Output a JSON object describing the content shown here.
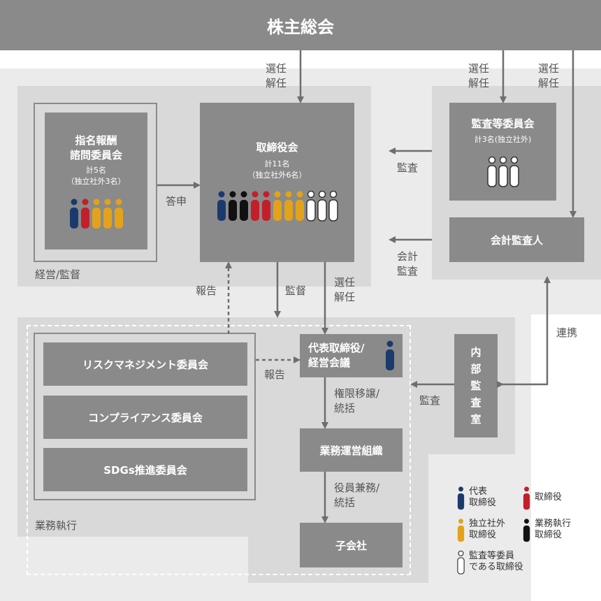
{
  "colors": {
    "representative": "#1a3a6e",
    "director": "#c21f2a",
    "independent": "#e3a21a",
    "executive": "#111111",
    "audit_member": "#ffffff",
    "box": "#8a8a8a",
    "arrow": "#6e6e6e"
  },
  "shareholders": {
    "title": "株主総会"
  },
  "nomination": {
    "title": "指名報酬\n諮問委員会",
    "count": "計5名",
    "breakdown": "（独立社外3名）",
    "members": [
      "representative",
      "director",
      "independent",
      "independent",
      "independent"
    ]
  },
  "board": {
    "title": "取締役会",
    "count": "計11名",
    "breakdown": "（独立社外6名）",
    "members": [
      "representative",
      "executive",
      "executive",
      "director",
      "director",
      "independent",
      "independent",
      "independent",
      "audit_member",
      "audit_member",
      "audit_member"
    ]
  },
  "audit_committee": {
    "title": "監査等委員会",
    "count": "計3名(独立社外)",
    "members": [
      "audit_member",
      "audit_member",
      "audit_member"
    ]
  },
  "accounting_auditor": {
    "title": "会計監査人"
  },
  "management_label": "経営/監督",
  "execution_label": "業務執行",
  "committees": [
    "リスクマネジメント委員会",
    "コンプライアンス委員会",
    "SDGs推進委員会"
  ],
  "representative_director": {
    "title": "代表取締役/\n経営会議"
  },
  "business_org": {
    "title": "業務運営組織"
  },
  "subsidiaries": {
    "title": "子会社"
  },
  "internal_audit": {
    "title": "内部\n監査室"
  },
  "arrow_labels": {
    "elect_board": "選任\n解任",
    "elect_audit": "選任\n解任",
    "elect_auditor": "選任\n解任",
    "audit_board": "監査",
    "accounting_audit": "会計\n監査",
    "answer": "答申",
    "report_up": "報告",
    "supervise": "監督",
    "elect_rep": "選任\n解任",
    "cooperation": "連携",
    "report_right": "報告",
    "delegation": "権限移譲/\n統括",
    "internal_audit_arrow": "監査",
    "concurrent": "役員兼務/\n統括"
  },
  "legend": [
    {
      "type": "representative",
      "label": "代表\n取締役"
    },
    {
      "type": "director",
      "label": "取締役"
    },
    {
      "type": "independent",
      "label": "独立社外\n取締役"
    },
    {
      "type": "executive",
      "label": "業務執行\n取締役"
    },
    {
      "type": "audit_member",
      "label": "監査等委員\nである取締役"
    }
  ]
}
